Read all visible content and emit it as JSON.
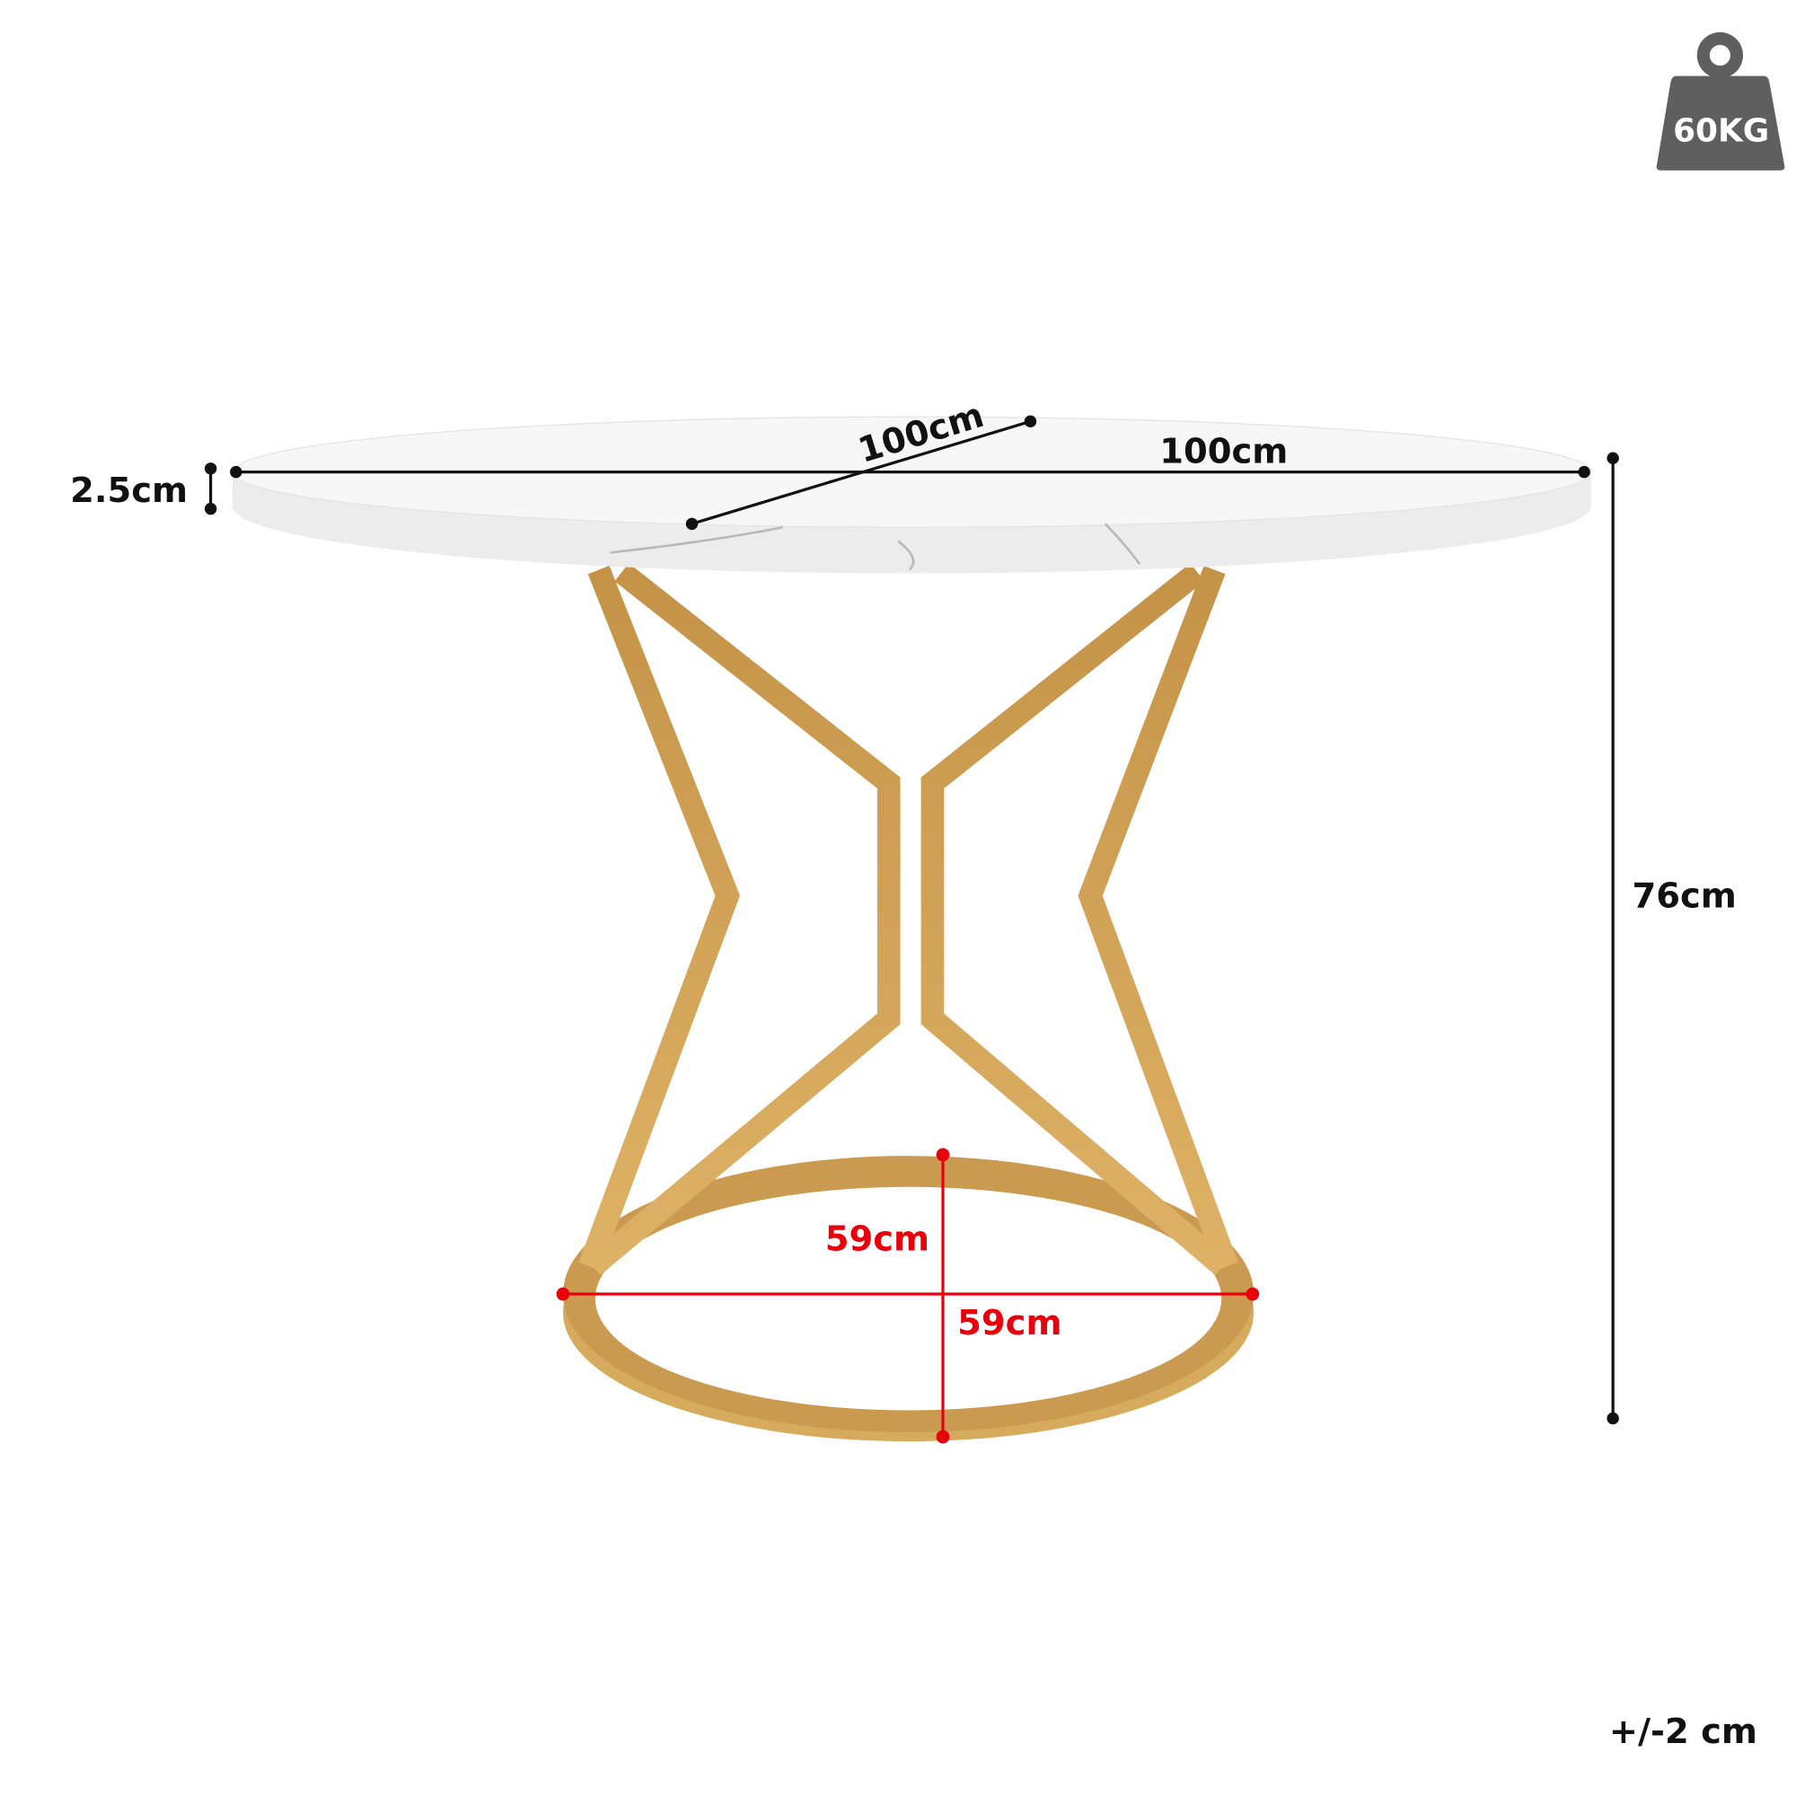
{
  "weight_badge": {
    "label": "60KG",
    "icon": "weight-icon",
    "color": "#5f5f5f"
  },
  "dimensions": {
    "top_width": "100cm",
    "top_depth": "100cm",
    "top_thickness": "2.5cm",
    "height": "76cm",
    "base_width": "59cm",
    "base_depth": "59cm"
  },
  "tolerance": "+/-2 cm",
  "colors": {
    "frame": "#d2a456",
    "dimension_line": "#111111",
    "base_dimension": "#e8000b",
    "tabletop": "#f4f4f4"
  }
}
